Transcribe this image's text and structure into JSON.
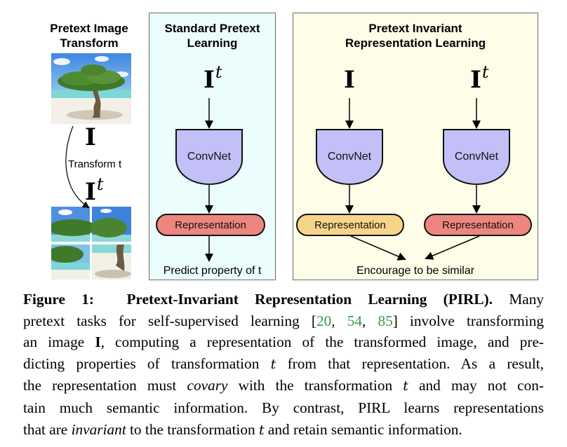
{
  "figure": {
    "left_column": {
      "title_line1": "Pretext Image",
      "title_line2": "Transform",
      "image_symbol": "I",
      "transform_label": "Transform t",
      "transformed_symbol": "I",
      "transformed_superscript": "t",
      "original_image": "photo of tree on beach",
      "transformed_image": "2x2 jigsaw tiles of the photo"
    },
    "standard_panel": {
      "title_line1": "Standard Pretext",
      "title_line2": "Learning",
      "input_symbol": "I",
      "input_superscript": "t",
      "convnet_label": "ConvNet",
      "representation_label": "Representation",
      "output_label": "Predict property of t",
      "background": "#ebfdfd",
      "representation_color": "#ee8680"
    },
    "pirl_panel": {
      "title_line1": "Pretext Invariant",
      "title_line2": "Representation Learning",
      "left_input_symbol": "I",
      "right_input_symbol": "I",
      "right_input_superscript": "t",
      "left_convnet_label": "ConvNet",
      "right_convnet_label": "ConvNet",
      "left_representation_label": "Representation",
      "right_representation_label": "Representation",
      "output_label": "Encourage to be similar",
      "background": "#fdfde8",
      "left_representation_color": "#f8d489",
      "right_representation_color": "#ee8680"
    },
    "convnet_color": "#c2c0f7"
  },
  "caption": {
    "figure_label": "Figure 1:",
    "title": "Pretext-Invariant Representation Learning (PIRL).",
    "lines": [
      {
        "pre": "Many"
      },
      {
        "pre": "pretext tasks for self-supervised learning [",
        "cites": [
          "20",
          "54",
          "85"
        ],
        "post": "] involve transforming"
      },
      {
        "pre": "an image ",
        "bold": "I",
        "post": ", computing a representation of the transformed image, and pre-"
      },
      {
        "pre": "dicting properties of transformation ",
        "math": "t",
        "post": " from that representation. As a result,"
      },
      {
        "pre": "the representation must ",
        "italic": "covary",
        "mid": " with the transformation ",
        "math": "t",
        "post": " and may not con-"
      },
      {
        "pre": "tain much semantic information. By contrast, PIRL learns representations"
      },
      {
        "pre": "that are ",
        "italic": "invariant",
        "mid": " to the transformation ",
        "math": "t",
        "post": " and retain semantic information."
      }
    ],
    "citation_color": "#3a9a4a"
  }
}
